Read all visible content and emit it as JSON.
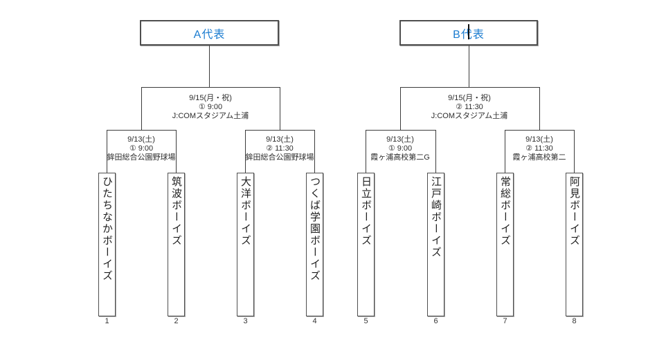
{
  "colors": {
    "background": "#ffffff",
    "title_text": "#1b7cd0",
    "line": "#3b3b3b",
    "box_border": "#4e4e4e"
  },
  "brackets": [
    {
      "id": "A",
      "title": "A代表",
      "final": {
        "date": "9/15(月・祝)",
        "game": "① 9:00",
        "venue": "J:COMスタジアム土浦"
      },
      "semifinals": [
        {
          "date": "9/13(土)",
          "game": "① 9:00",
          "venue": "鉾田総合公園野球場"
        },
        {
          "date": "9/13(土)",
          "game": "② 11:30",
          "venue": "鉾田総合公園野球場"
        }
      ],
      "teams": [
        {
          "seed": "1",
          "name": "ひたちなかボーイズ"
        },
        {
          "seed": "2",
          "name": "筑波ボーイズ"
        },
        {
          "seed": "3",
          "name": "大洋ボーイズ"
        },
        {
          "seed": "4",
          "name": "つくば学園ボーイズ"
        }
      ]
    },
    {
      "id": "B",
      "title": "B代表",
      "final": {
        "date": "9/15(月・祝)",
        "game": "② 11:30",
        "venue": "J:COMスタジアム土浦"
      },
      "semifinals": [
        {
          "date": "9/13(土)",
          "game": "① 9:00",
          "venue": "霞ヶ浦高校第二G"
        },
        {
          "date": "9/13(土)",
          "game": "② 11:30",
          "venue": "霞ヶ浦高校第二"
        }
      ],
      "teams": [
        {
          "seed": "5",
          "name": "日立ボーイズ"
        },
        {
          "seed": "6",
          "name": "江戸崎ボーイズ"
        },
        {
          "seed": "7",
          "name": "常総ボーイズ"
        },
        {
          "seed": "8",
          "name": "阿見ボーイズ"
        }
      ]
    }
  ]
}
